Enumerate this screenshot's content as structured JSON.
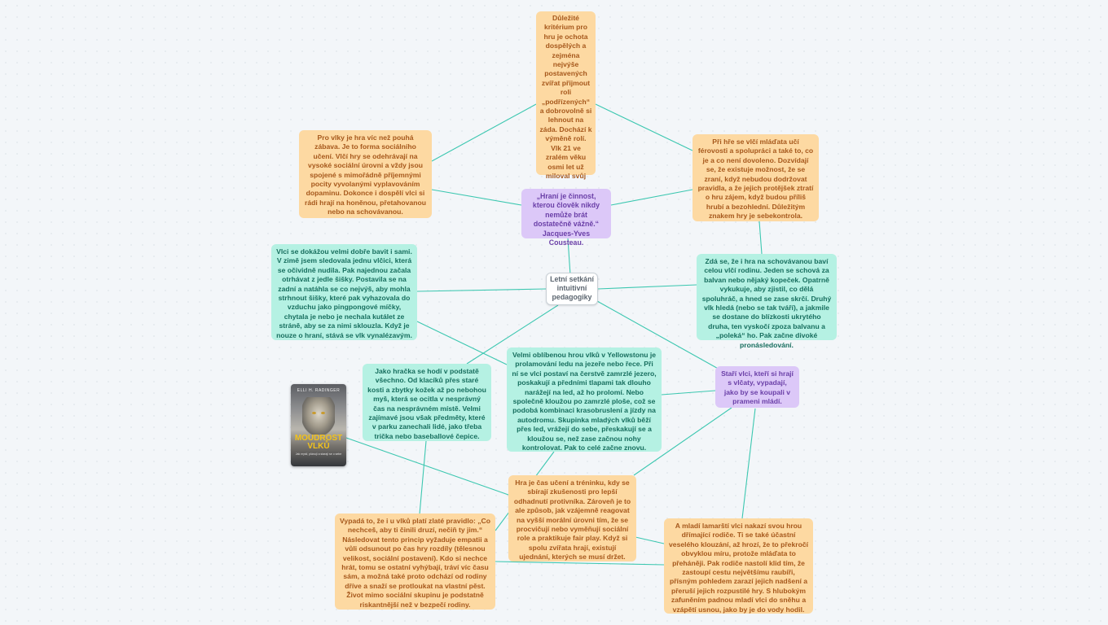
{
  "center": "Letní setkání intuitivní pedagogiky",
  "quote": "„Hraní je činnost, kterou člověk nikdy nemůže brát dostatečně vážně.“ Jacques-Yves Cousteau.",
  "top": "Důležité kritérium pro hru je ochota dospělých a zejména nejvýše postavených zvířat přijmout roli „podřízených“ a dobrovolně si lehnout na záda. Dochází k výměně rolí. Vlk 21 ve zralém věku osmi let už miloval svůj",
  "left_orange": "Pro vlky je hra víc než pouhá zábava. Je to forma sociálního učení. Vlčí hry se odehrávají na vysoké sociální úrovni a vždy jsou spojené s mimořádně příjemnými pocity vyvolanými vyplavováním dopaminu. Dokonce i dospělí vlci si rádi hrají na honěnou, přetahovanou nebo na schovávanou.",
  "right_orange": "Při hře se vlčí mláďata učí férovosti a spolupráci a také to, co je a co není dovoleno. Dozvídají se, že existuje možnost, že se zraní, když nebudou dodržovat pravidla, a že jejich protějšek ztratí o hru zájem, když budou příliš hrubí a bezohlední. Důležitým znakem hry je sebekontrola.",
  "left_teal": "Vlci se dokážou velmi dobře bavit i sami. V zimě jsem sledovala jednu vlčici, která se očividně nudila. Pak najednou začala otrhávat z jedle šišky. Postavila se na zadní a natáhla se co nejvýš, aby mohla strhnout šišky, které pak vyhazovala do vzduchu jako pingpongové míčky, chytala je nebo je nechala kutálet ze stráně, aby se za nimi sklouzla. Když je nouze o hraní, stává se vlk vynalézavým.",
  "right_teal": "Zdá se, že i hra na schovávanou baví celou vlčí rodinu. Jeden se schová za balvan nebo nějaký kopeček. Opatrně vykukuje, aby zjistil, co dělá spoluhráč, a hned se zase skrčí. Druhý vlk hledá (nebo se tak tváří), a jakmile se dostane do blízkosti ukrytého druha, ten vyskočí zpoza balvanu a „poleká“ ho. Pak začne divoké pronásledování.",
  "toy_teal": "Jako hračka se hodí v podstatě všechno. Od klacíků přes staré kosti a zbytky kožek až po nebohou myš, která se ocitla v nesprávný čas na nesprávném místě. Velmi zajímavé jsou však předměty, které v parku zanechali lidé, jako třeba trička nebo baseballové čepice.",
  "yellowstone_teal": "Velmi oblíbenou hrou vlků v Yellowstonu je prolamování ledu na jezeře nebo řece. Při ní se vlci postaví na čerstvě zamrzlé jezero, poskakují a předními tlapami tak dlouho narážejí na led, až ho prolomí. Nebo společně kloužou po zamrzlé ploše, což se podobá kombinaci krasobruslení a jízdy na autodromu. Skupinka mladých vlků běží přes led, vrážejí do sebe, přeskakují se a kloužou se, než zase začnou nohy kontrolovat. Pak to celé začne znovu.",
  "old_purple": "Staří vlci, kteří si hrají s vlčaty, vypadají, jako by se koupali v prameni mládí.",
  "learning_orange": "Hra je čas učení a tréninku, kdy se sbírají zkušenosti pro lepší odhadnutí protivníka. Zároveň je to ale způsob, jak vzájemně reagovat na vyšší morální úrovni tím, že se procvičují nebo vyměňují sociální role a praktikuje fair play. Když si spolu zvířata hrají, existují ujednání, kterých se musí držet.",
  "golden_orange": "Vypadá to, že i u vlků platí zlaté pravidlo: „Co nechceš, aby ti činili druzí, nečiň ty jim.“ Následovat tento princip vyžaduje empatii a vůli odsunout po čas hry rozdíly (tělesnou velikost, sociální postavení). Kdo si nechce hrát, tomu se ostatní vyhýbají, tráví víc času sám, a možná také proto odchází od rodiny dříve a snaží se protloukat na vlastní pěst. Život mimo sociální skupinu je podstatně riskantnější než v bezpečí rodiny.",
  "young_orange": "A mladí lamarští vlci nakazí svou hrou dřímající rodiče. Ti se také účastní veselého klouzání, až hrozí, že to překročí obvyklou míru, protože mláďata to přeháněji. Pak rodiče nastolí klid tím, že zastoupí cestu největšímu raubíři, přísným pohledem zarazí jejich nadšení a přeruší jejich rozpustilé hry. S hlubokým zafuněním padnou mladí vlci do sněhu a vzápětí usnou, jako by je do vody hodil.",
  "book": {
    "author": "ELLI H. RADINGER",
    "title_line1": "MOUDROST",
    "title_line2": "VLKŮ",
    "subtitle": "Jak myslí, plánují a starají se o sebe"
  },
  "colors": {
    "link": "#3cc7b0",
    "orange_bg": "#fdd9a2",
    "teal_bg": "#b5f1e3",
    "purple_bg": "#dcc8f8"
  }
}
